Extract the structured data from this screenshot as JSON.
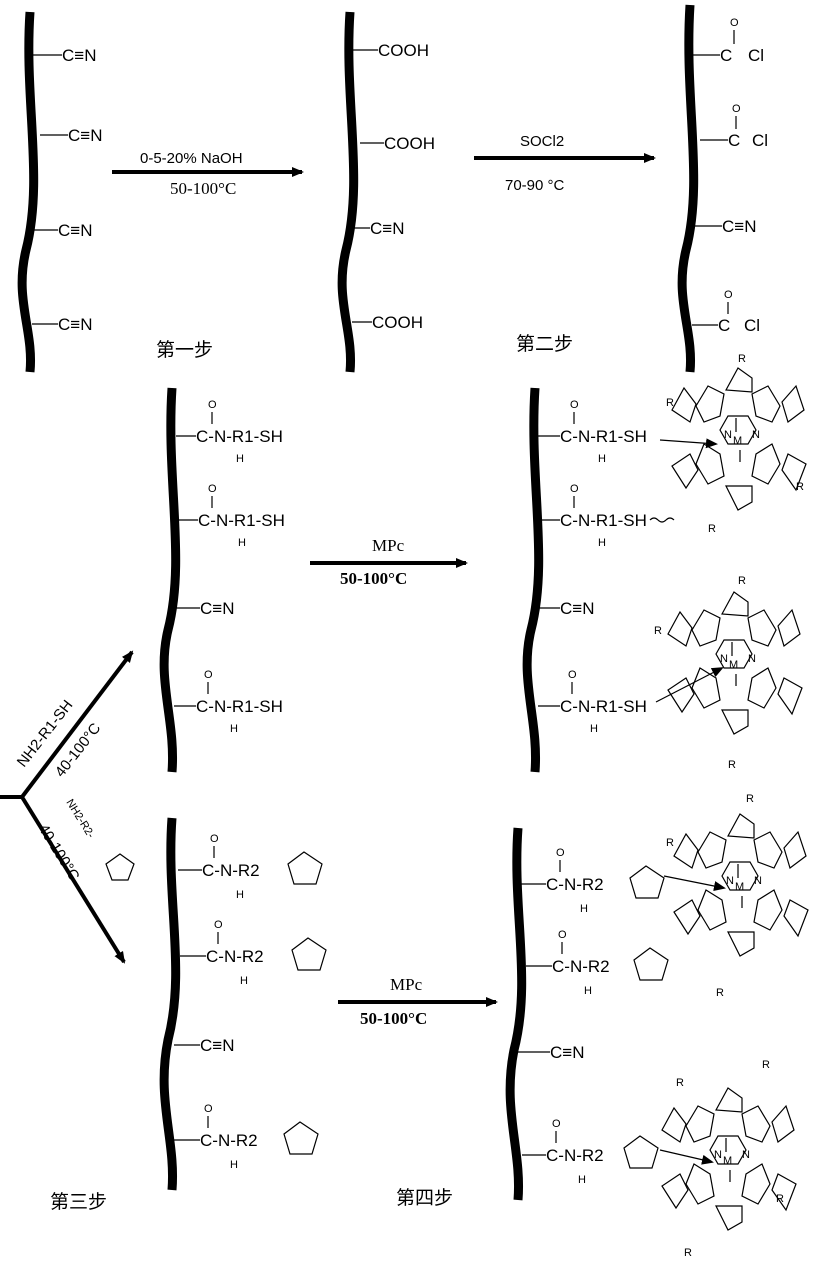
{
  "groups": {
    "nitrile": "C≡N",
    "cooh": "COOH",
    "acyl_o": "O",
    "acyl_c": "C",
    "acyl_cl": "Cl",
    "amide_thiol": "C-N-R1-SH",
    "amide_imid": "C-N-R2",
    "nh": "N",
    "h": "H",
    "s": "S",
    "r": "R",
    "m": "M",
    "n_ring": "N"
  },
  "reactions": {
    "step1_top": "0-5-20% NaOH",
    "step1_bottom": "50-100°C",
    "step2_top": "SOCl2",
    "step2_bottom": "70-90 °C",
    "step3a_reagent": "NH2-R1-SH",
    "step3a_temp": "40-100°C",
    "step3b_reagent": "NH2-R2-",
    "step3b_temp": "40-100°C",
    "step4a_top": "MPc",
    "step4a_bottom": "50-100°C",
    "step4b_top": "MPc",
    "step4b_bottom": "50-100°C"
  },
  "steps": {
    "step1": "第一步",
    "step2": "第二步",
    "step3": "第三步",
    "step4": "第四步"
  }
}
